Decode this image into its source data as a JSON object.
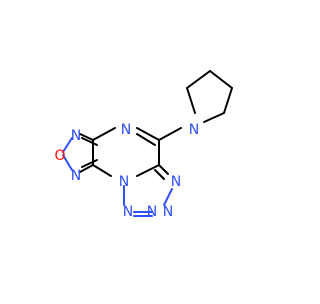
{
  "molecule": {
    "atom_labels": {
      "n_top": "N",
      "n_pyrrolidine": "N",
      "n_oxadiazole_upper": "N",
      "o_oxadiazole": "O",
      "n_oxadiazole_lower": "N",
      "n_bridge": "N",
      "n_tetrazole_right": "N",
      "n_tetrazole_lower_right": "N",
      "n_tetrazole_bottom_right": "N",
      "n_tetrazole_bottom_left": "N"
    },
    "colors": {
      "bond": "#000000",
      "nitrogen": "#3050F8",
      "oxygen": "#FF0D0D",
      "background": "#FFFFFF"
    }
  }
}
